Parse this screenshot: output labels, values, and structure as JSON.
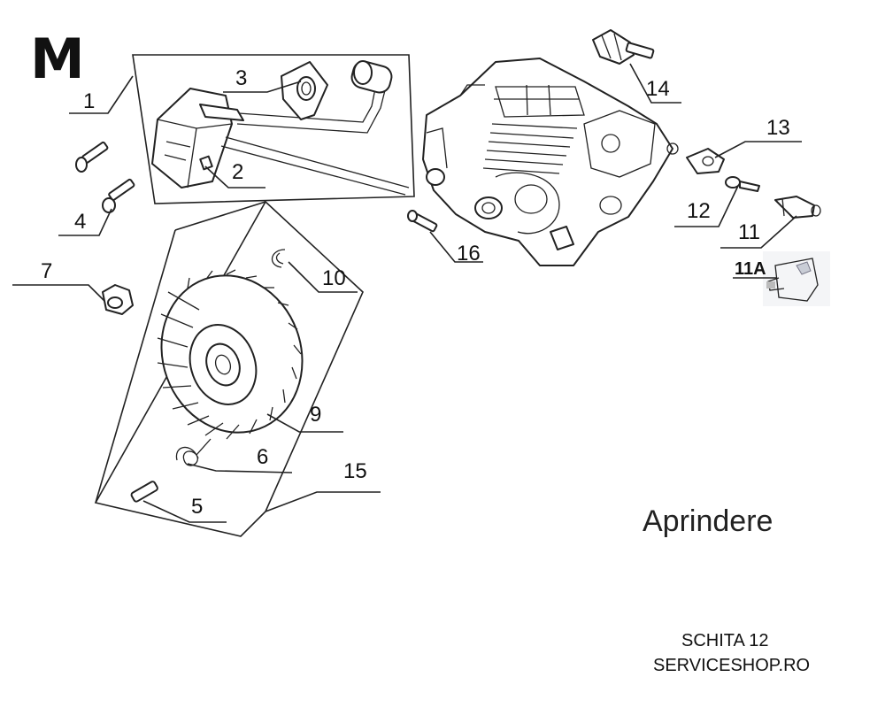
{
  "section_letter": "M",
  "heading": "Aprindere",
  "footer": {
    "line1": "SCHITA 12",
    "line2": "SERVICESHOP.RO"
  },
  "callouts": {
    "c1": "1",
    "c2": "2",
    "c3": "3",
    "c4": "4",
    "c5": "5",
    "c6": "6",
    "c7": "7",
    "c9": "9",
    "c10": "10",
    "c11": "11",
    "c11a": "11A",
    "c12": "12",
    "c13": "13",
    "c14": "14",
    "c15": "15",
    "c16": "16"
  }
}
